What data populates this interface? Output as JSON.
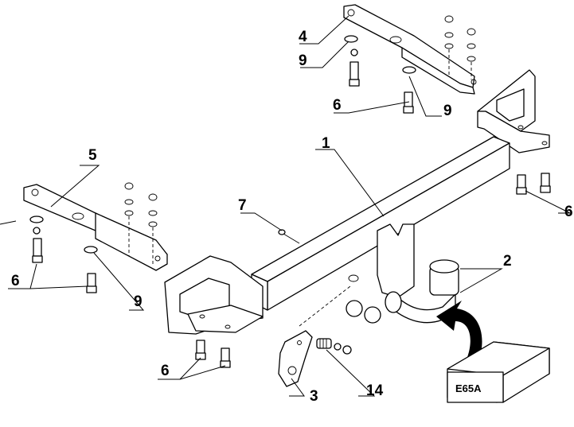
{
  "callouts": {
    "c1": "1",
    "c2": "2",
    "c3": "3",
    "c4": "4",
    "c5": "5",
    "c6_top": "6",
    "c6_left": "6",
    "c6_bottom": "6",
    "c6_right": "6",
    "c7": "7",
    "c9_top_left": "9",
    "c9_top_right": "9",
    "c9_left": "9",
    "c14": "14"
  },
  "product_box_label": "E65A"
}
